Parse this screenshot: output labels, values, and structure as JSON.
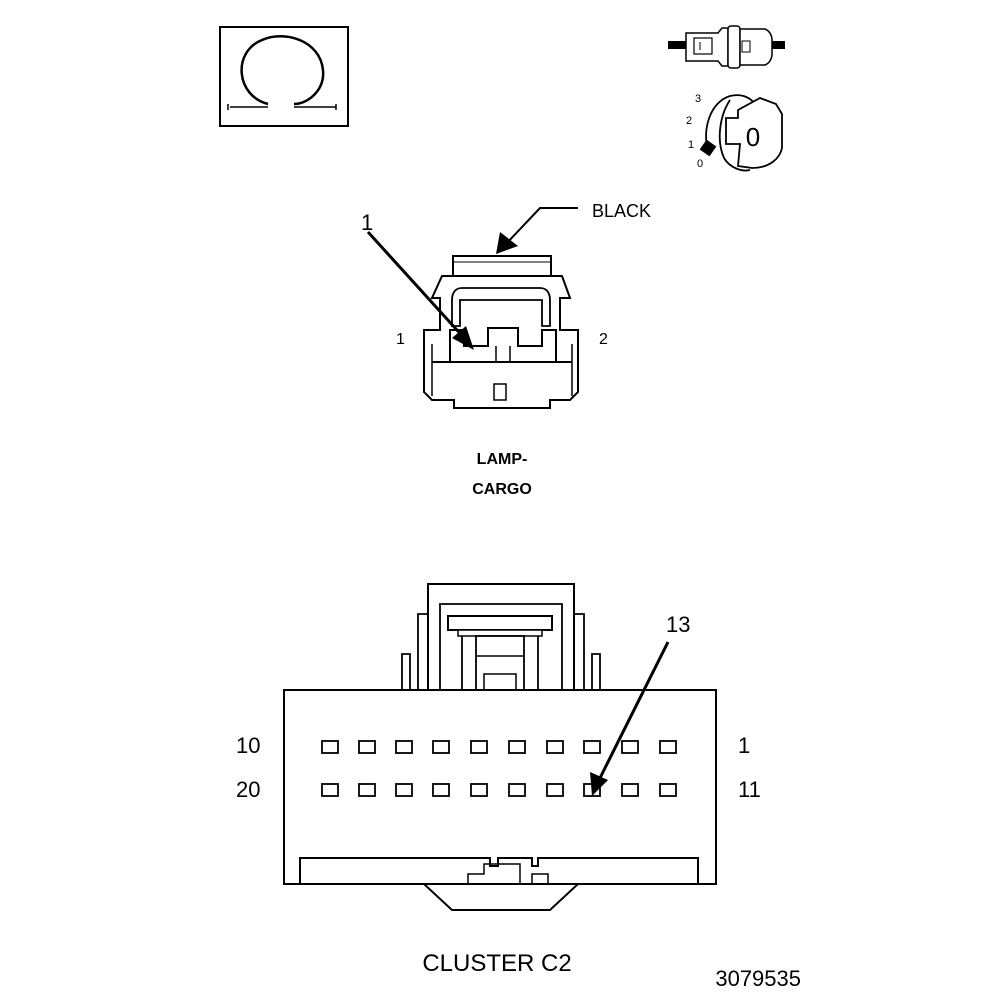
{
  "ohm_icon": {
    "name": "ohmmeter-symbol"
  },
  "ignition_icon": {
    "name": "ignition-key-switch",
    "positions": [
      "3",
      "2",
      "1",
      "0"
    ],
    "key_label": "0"
  },
  "lamp_connector": {
    "color_callout": "BLACK",
    "pin_callout": "1",
    "pin_left": "1",
    "pin_right": "2",
    "title_line1": "LAMP-",
    "title_line2": "CARGO"
  },
  "cluster_connector": {
    "pin_callout": "13",
    "row1_left": "10",
    "row1_right": "1",
    "row2_left": "20",
    "row2_right": "11",
    "cavities_per_row": 10,
    "title": "CLUSTER C2"
  },
  "figure_id": "3079535"
}
